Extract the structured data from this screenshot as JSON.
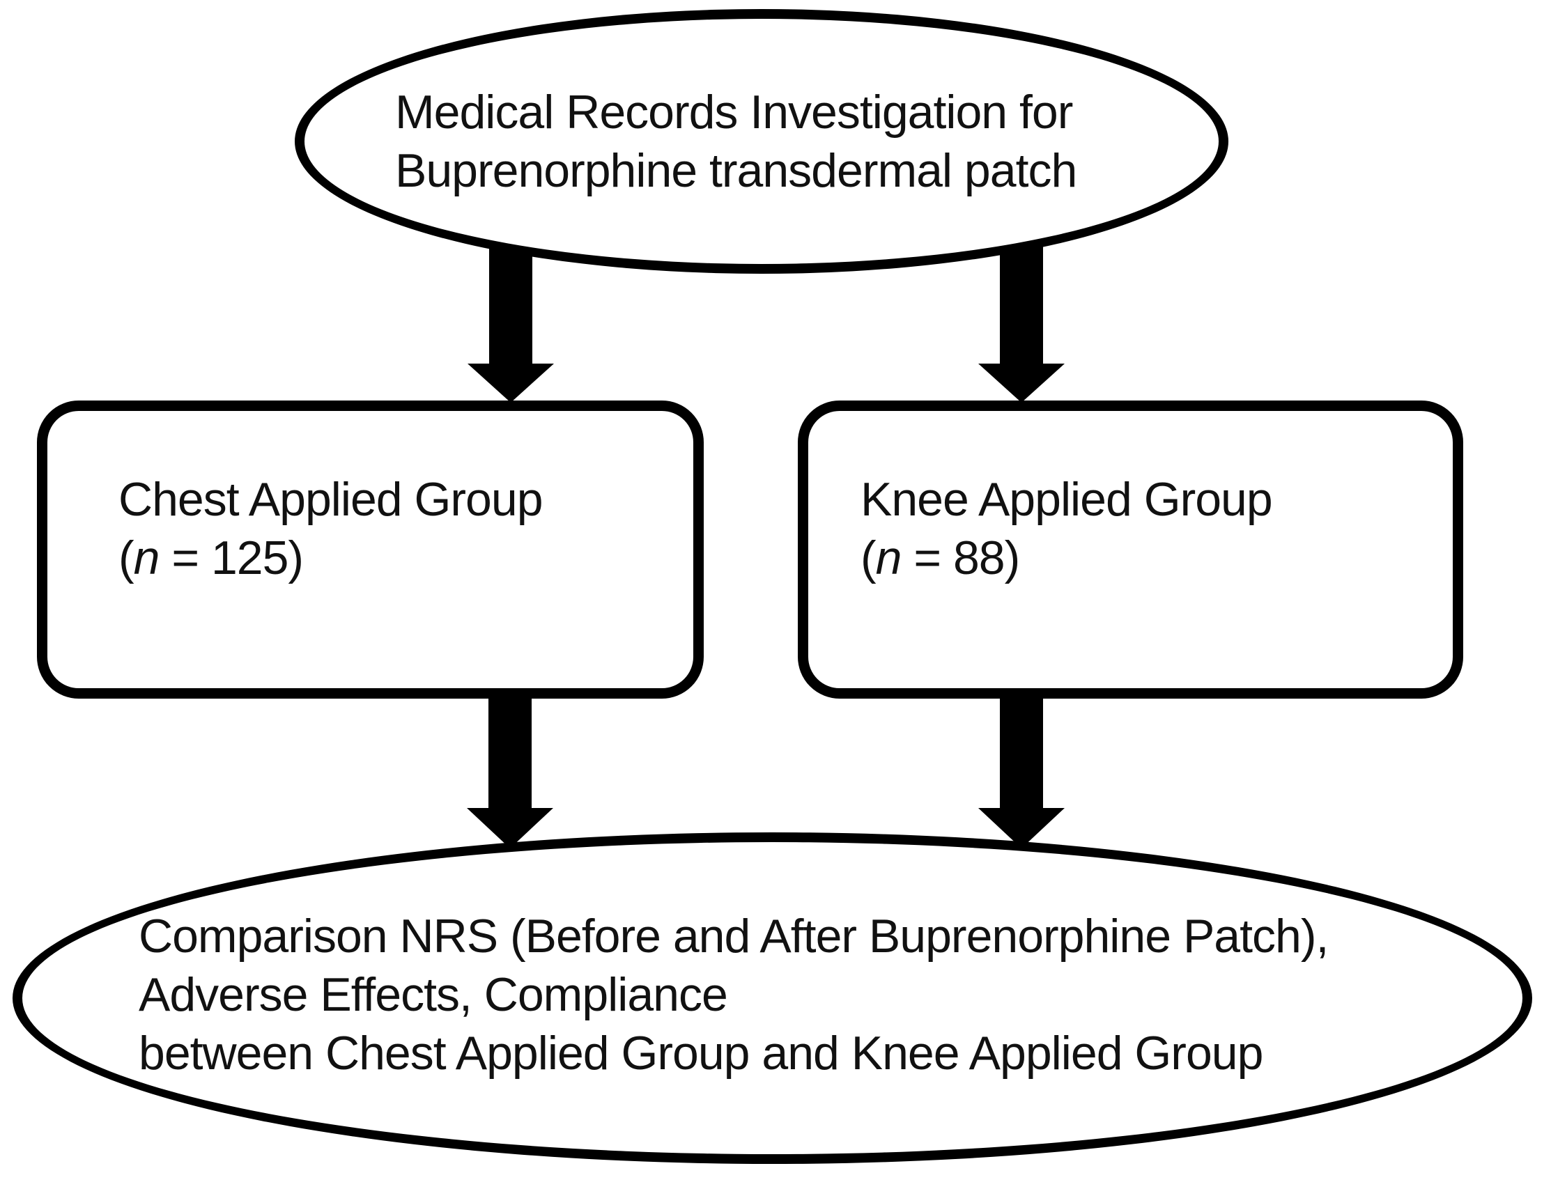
{
  "figure": {
    "background_color": "#ffffff",
    "stroke_color": "#000000",
    "text_color": "#111111"
  },
  "top_ellipse": {
    "lines": [
      "Medical Records Investigation for",
      "Buprenorphine transdermal patch"
    ]
  },
  "left_box": {
    "title": "Chest Applied Group",
    "count_prefix": "(",
    "count_var": "n",
    "count_suffix": " = 125)"
  },
  "right_box": {
    "title": "Knee Applied Group",
    "count_prefix": "(",
    "count_var": "n",
    "count_suffix": " = 88)"
  },
  "bottom_ellipse": {
    "lines": [
      "Comparison NRS (Before and After Buprenorphine Patch),",
      "Adverse Effects, Compliance",
      "between Chest Applied Group and Knee Applied Group"
    ]
  },
  "arrows": {
    "description": "solid black block arrows pointing down",
    "count": 4
  }
}
